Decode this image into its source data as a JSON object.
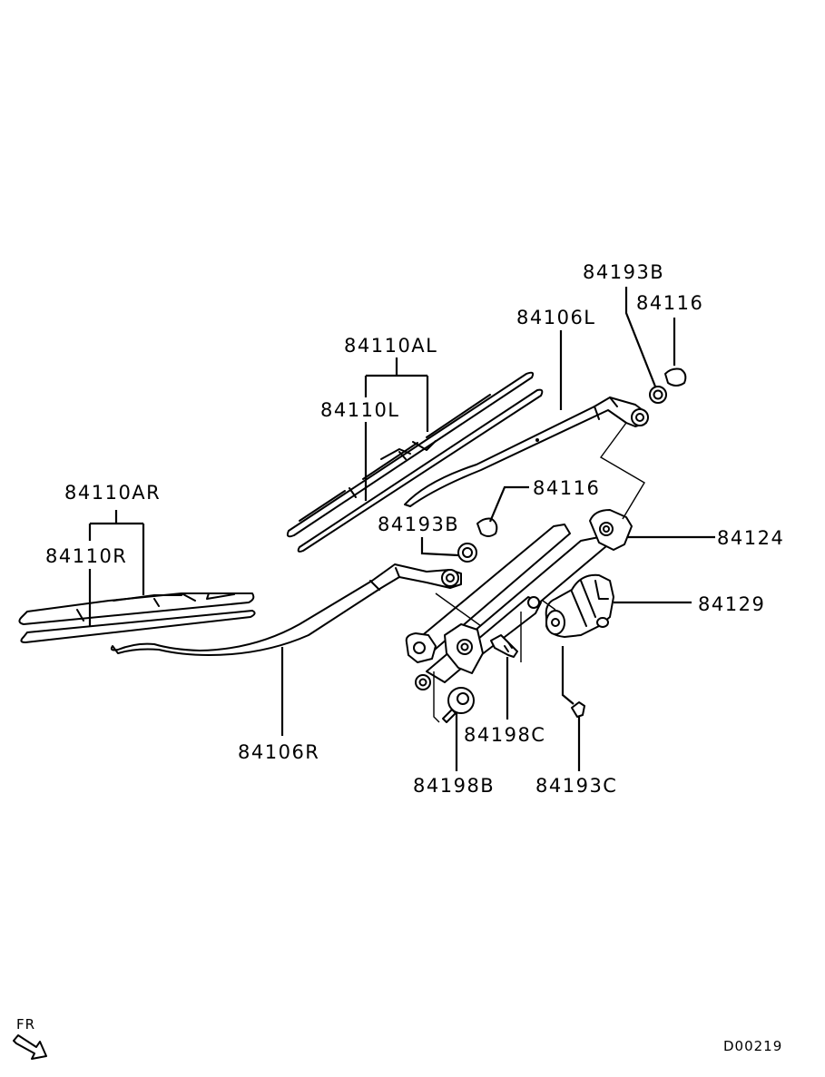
{
  "diagram": {
    "title": "Windshield Wiper Assembly",
    "diagram_code": "D00219",
    "direction_indicator": "FR",
    "colors": {
      "line": "#000000",
      "background": "#ffffff"
    }
  },
  "parts": {
    "p84193B_top": "84193B",
    "p84116_top": "84116",
    "p84106L": "84106L",
    "p84110AL": "84110AL",
    "p84110L": "84110L",
    "p84116_mid": "84116",
    "p84193B_mid": "84193B",
    "p84124": "84124",
    "p84110AR": "84110AR",
    "p84110R": "84110R",
    "p84129": "84129",
    "p84106R": "84106R",
    "p84198C": "84198C",
    "p84198B": "84198B",
    "p84193C": "84193C"
  }
}
